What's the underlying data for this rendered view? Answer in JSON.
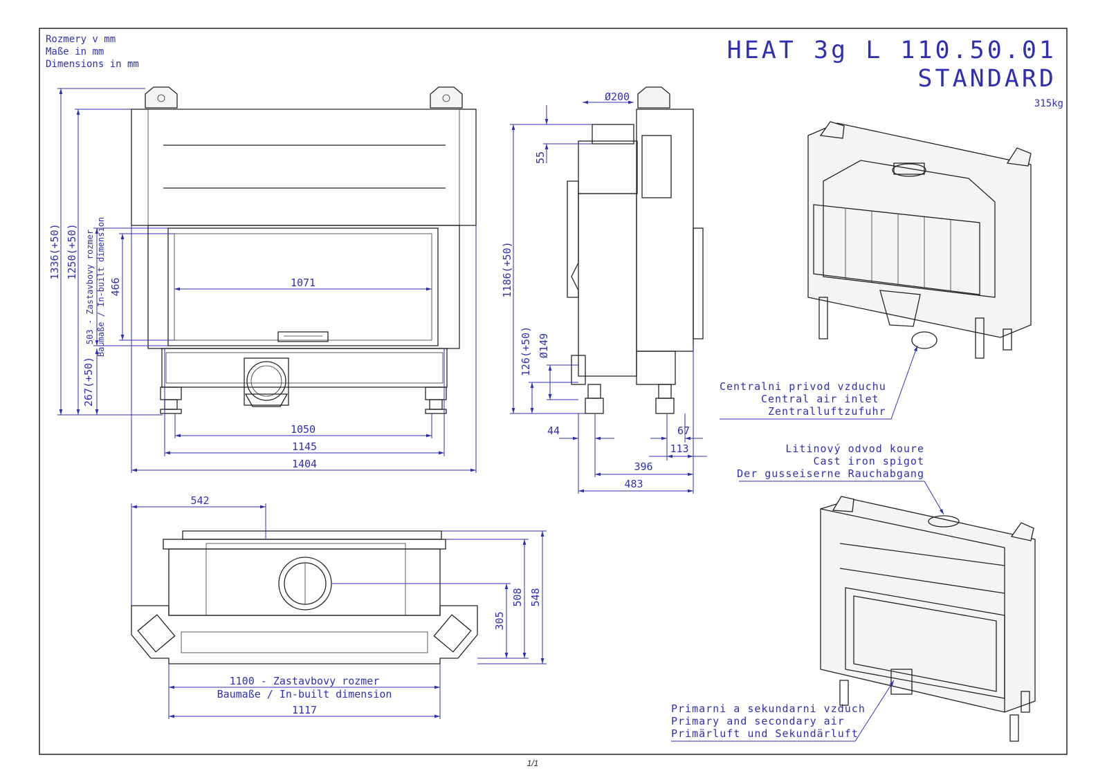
{
  "header": {
    "units": [
      "Rozmery v mm",
      "Maße in mm",
      "Dimensions in mm"
    ],
    "title": "HEAT 3g L 110.50.01",
    "subtitle": "STANDARD",
    "weight": "315kg"
  },
  "front_view": {
    "dims": {
      "h_total": "1336(+50)",
      "h_mount": "1250(+50)",
      "h_door": "466",
      "h_inbuilt": "503 - Zastavbovy rozmer",
      "h_inbuilt2": "Baumaße / In-built dimension",
      "h_base": "267(+50)",
      "w_glass": "1071",
      "w_legs": "1050",
      "w_frame": "1145",
      "w_total": "1404"
    }
  },
  "side_view": {
    "dims": {
      "d_spigot": "Ø200",
      "h_top": "55",
      "h_total": "1186(+50)",
      "h_air": "126(+50)",
      "d_air": "Ø149",
      "w_a": "44",
      "w_b": "67",
      "w_c": "113",
      "w_d": "396",
      "w_e": "483"
    }
  },
  "top_view": {
    "dims": {
      "w_half": "542",
      "d_total": "548",
      "d_body": "508",
      "d_center": "305",
      "w_inbuilt": "1100 - Zastavbovy rozmer",
      "w_inbuilt2": "Baumaße / In-built dimension",
      "w_body": "1117"
    }
  },
  "annotations": {
    "air_inlet": [
      "Centralni privod vzduchu",
      "Central air inlet",
      "Zentralluftzufuhr"
    ],
    "spigot": [
      "Litinový odvod koure",
      "Cast iron spigot",
      "Der gusseiserne Rauchabgang"
    ],
    "primary_air": [
      "Primarni a sekundarni vzduch",
      "Primary and secondary air",
      "Primärluft und Sekundärluft"
    ]
  },
  "footer": {
    "page": "1/1"
  }
}
